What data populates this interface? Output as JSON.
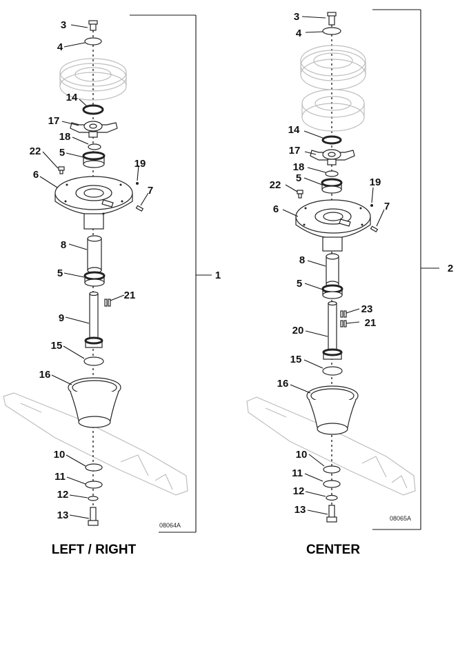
{
  "assemblies": [
    {
      "id": "left-right",
      "caption": "LEFT / RIGHT",
      "assembly_number": "1",
      "drawing_code": "08064A",
      "callouts": [
        "3",
        "4",
        "14",
        "17",
        "18",
        "22",
        "5",
        "19",
        "6",
        "7",
        "8",
        "5",
        "21",
        "9",
        "15",
        "16",
        "10",
        "11",
        "12",
        "13"
      ]
    },
    {
      "id": "center",
      "caption": "CENTER",
      "assembly_number": "2",
      "drawing_code": "08065A",
      "callouts": [
        "3",
        "4",
        "14",
        "17",
        "18",
        "5",
        "22",
        "19",
        "7",
        "6",
        "8",
        "5",
        "23",
        "21",
        "20",
        "15",
        "16",
        "10",
        "11",
        "12",
        "13"
      ]
    }
  ]
}
